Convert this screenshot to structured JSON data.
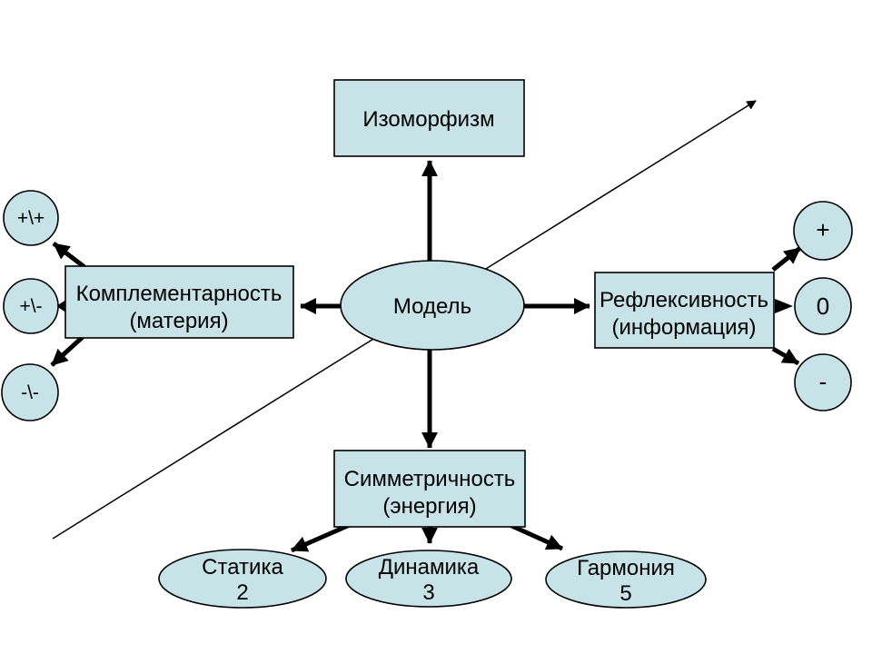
{
  "colors": {
    "node_fill": "#c8e3e8",
    "node_stroke": "#000000",
    "background": "#ffffff"
  },
  "nodes": {
    "center": {
      "label": "Модель"
    },
    "top": {
      "label": "Изоморфизм"
    },
    "left": {
      "label_line1": "Комплементарность",
      "label_line2": "(материя)"
    },
    "right": {
      "label_line1": "Рефлексивность",
      "label_line2": "(информация)"
    },
    "bottom": {
      "label_line1": "Симметричность",
      "label_line2": "(энергия)"
    },
    "left_circles": [
      {
        "label": "+\\+"
      },
      {
        "label": "+\\-"
      },
      {
        "label": "-\\-"
      }
    ],
    "right_circles": [
      {
        "label": "+"
      },
      {
        "label": "0"
      },
      {
        "label": "-"
      }
    ],
    "bottom_ellipses": [
      {
        "label_line1": "Статика",
        "label_line2": "2"
      },
      {
        "label_line1": "Динамика",
        "label_line2": "3"
      },
      {
        "label_line1": "Гармония",
        "label_line2": "5"
      }
    ]
  }
}
